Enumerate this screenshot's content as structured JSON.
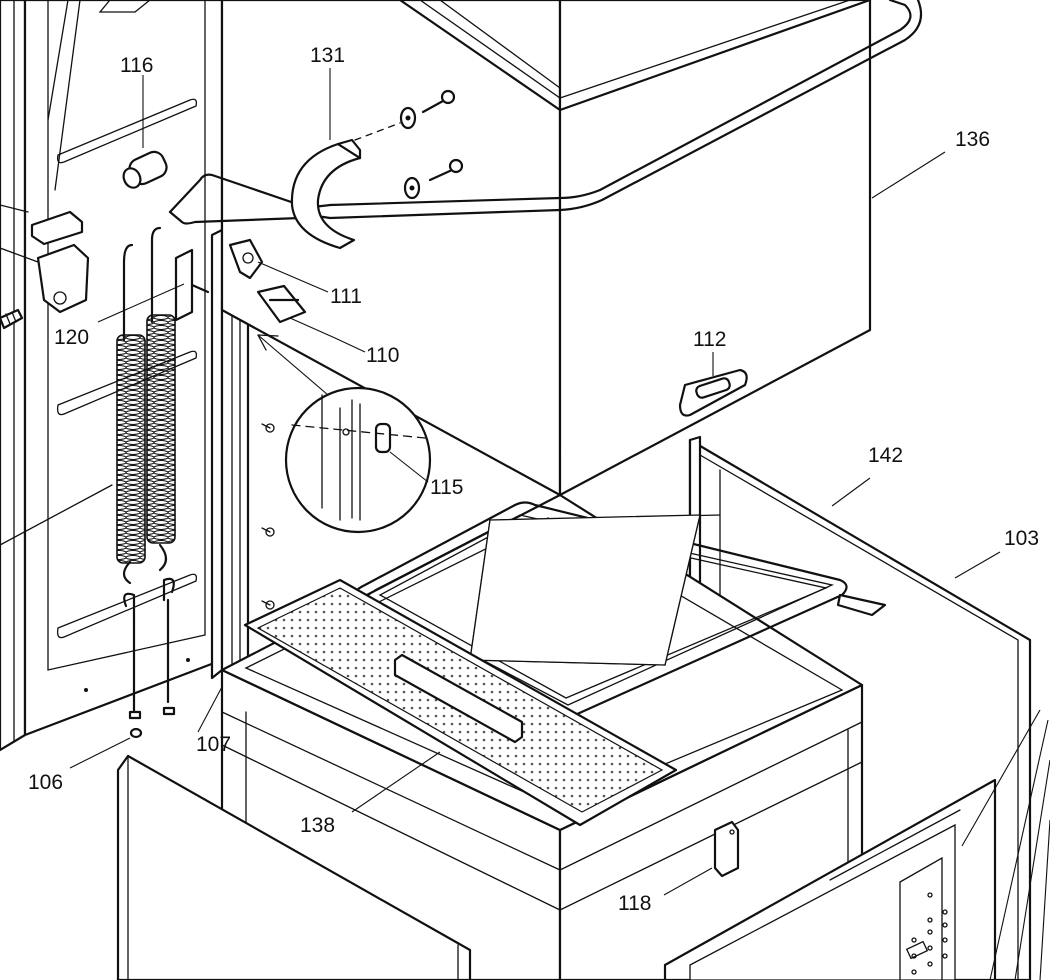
{
  "diagram": {
    "labels": {
      "p103": "103",
      "p106": "106",
      "p107": "107",
      "p110": "110",
      "p111": "111",
      "p112": "112",
      "p115": "115",
      "p116": "116",
      "p118": "118",
      "p120": "120",
      "p131": "131",
      "p136": "136",
      "p138": "138",
      "p142": "142"
    },
    "colors": {
      "line": "#111111",
      "background": "#ffffff",
      "dots": "#555555"
    }
  }
}
